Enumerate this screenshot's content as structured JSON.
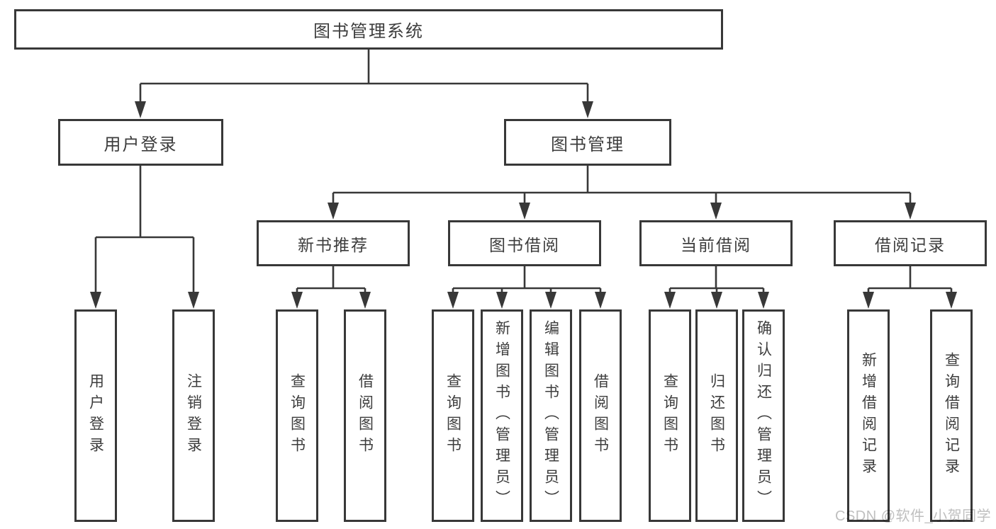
{
  "nodes": {
    "root": {
      "label": "图书管理系统"
    },
    "user_login": {
      "label": "用户登录",
      "children": [
        {
          "label": "用户登录"
        },
        {
          "label": "注销登录"
        }
      ]
    },
    "book_management": {
      "label": "图书管理",
      "children": [
        {
          "label": "新书推荐",
          "children": [
            {
              "label": "查询图书"
            },
            {
              "label": "借阅图书"
            }
          ]
        },
        {
          "label": "图书借阅",
          "children": [
            {
              "label": "查询图书"
            },
            {
              "label": "新增图书（管理员）"
            },
            {
              "label": "编辑图书（管理员）"
            },
            {
              "label": "借阅图书"
            }
          ]
        },
        {
          "label": "当前借阅",
          "children": [
            {
              "label": "查询图书"
            },
            {
              "label": "归还图书"
            },
            {
              "label": "确认归还（管理员）"
            }
          ]
        },
        {
          "label": "借阅记录",
          "children": [
            {
              "label": "新增借阅记录"
            },
            {
              "label": "查询借阅记录"
            }
          ]
        }
      ]
    }
  },
  "watermark": {
    "text": "CSDN @软件_小贺同学"
  },
  "colors": {
    "line": "#383838",
    "box_border": "#383838",
    "text": "#3d3d3d",
    "background": "#ffffff",
    "watermark": "#bfbfbf"
  }
}
